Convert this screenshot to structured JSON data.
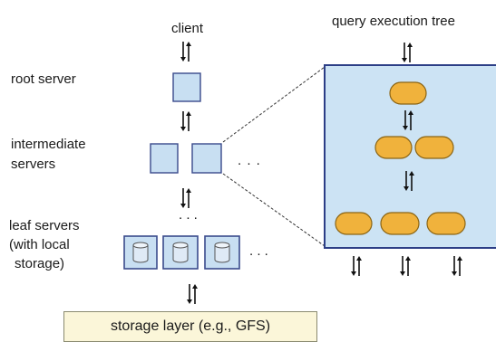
{
  "labels": {
    "client": "client",
    "root_server": "root server",
    "intermediate_line1": "intermediate",
    "intermediate_line2": "servers",
    "leaf_line1": "leaf servers",
    "leaf_line2": "(with local",
    "leaf_line3": "storage)",
    "query_tree": "query execution tree",
    "storage_layer": "storage layer (e.g., GFS)",
    "ellipsis": ". . .",
    "ellipsis_vertical": ". . ."
  },
  "colors": {
    "server_fill": "#c8dff2",
    "server_stroke": "#3a4a8c",
    "tree_panel_fill": "#cce3f4",
    "tree_panel_stroke": "#2c3e86",
    "node_fill": "#f0b23c",
    "node_stroke": "#8a6414",
    "storage_fill": "#fbf6d9"
  },
  "icons": [
    "bidirectional-arrow-icon",
    "disk-icon"
  ]
}
